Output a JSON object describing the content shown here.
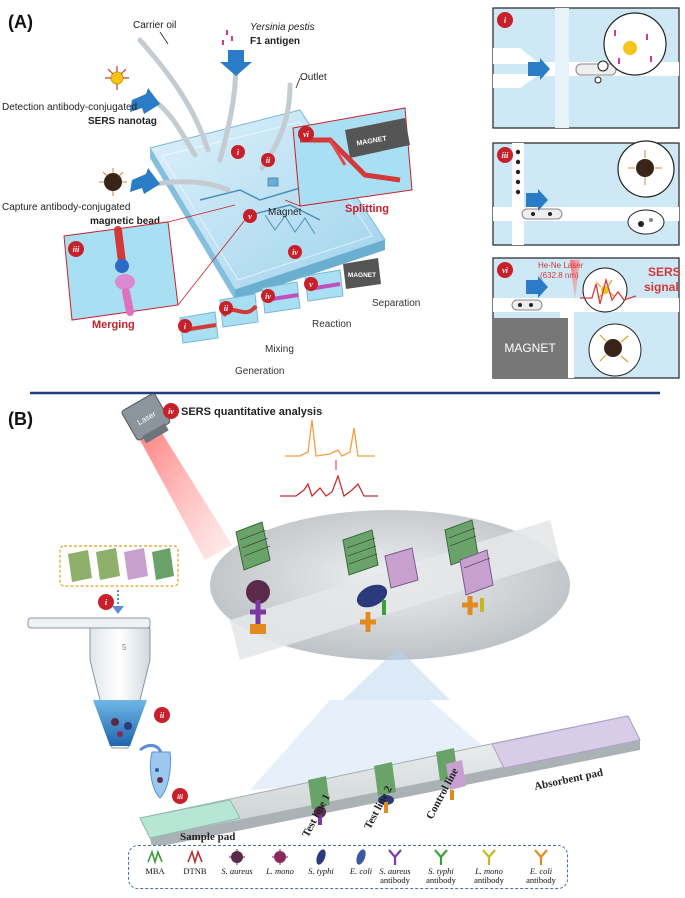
{
  "panelA": {
    "label": "(A)",
    "carrier_oil": "Carrier oil",
    "antigen_line1": "Yersinia pestis",
    "antigen_line2": "F1 antigen",
    "outlet": "Outlet",
    "det_line1": "Detection antibody-conjugated",
    "det_line2": "SERS nanotag",
    "cap_line1": "Capture antibody-conjugated",
    "cap_line2": "magnetic bead",
    "magnet_label": "Magnet",
    "magnet_block": "MAGNET",
    "splitting": "Splitting",
    "merging": "Merging",
    "separation": "Separation",
    "reaction": "Reaction",
    "mixing": "Mixing",
    "generation": "Generation",
    "steps": [
      "i",
      "ii",
      "iii",
      "iv",
      "v",
      "vi"
    ],
    "laser_line1": "He-Ne Laser",
    "laser_line2": "(632.8 nm)",
    "sers_line1": "SERS",
    "sers_line2": "signal",
    "magnet_big": "MAGNET"
  },
  "panelB": {
    "label": "(B)",
    "laser": "Laser",
    "title": "SERS quantitative analysis",
    "step_iv": "iv",
    "step_i": "i",
    "step_ii": "ii",
    "step_iii": "iii",
    "tube_mark": "5",
    "sample_pad": "Sample pad",
    "test_line1": "Test line 1",
    "test_line2": "Test line 2",
    "control_line": "Control line",
    "absorbent_pad": "Absorbent pad"
  },
  "legend": [
    {
      "text": [
        "MBA"
      ],
      "italic": false,
      "icon": "mba-zigzag-icon",
      "color": "#3a9a3a"
    },
    {
      "text": [
        "DTNB"
      ],
      "italic": false,
      "icon": "dtnb-zigzag-icon",
      "color": "#b03030"
    },
    {
      "text": [
        "S. aureus"
      ],
      "italic": true,
      "icon": "s-aureus-icon",
      "color": "#5a2a4a"
    },
    {
      "text": [
        "L. mono"
      ],
      "italic": true,
      "icon": "l-mono-icon",
      "color": "#8a2a5a"
    },
    {
      "text": [
        "S. typhi"
      ],
      "italic": true,
      "icon": "s-typhi-icon",
      "color": "#2a3a7a"
    },
    {
      "text": [
        "E. coli"
      ],
      "italic": true,
      "icon": "e-coli-icon",
      "color": "#3a5aa0"
    },
    {
      "text": [
        "S. aureus",
        "antibody"
      ],
      "italic": true,
      "icon": "s-aureus-antibody-icon",
      "color": "#7a3aa0"
    },
    {
      "text": [
        "S. typhi",
        "antibody"
      ],
      "italic": true,
      "icon": "s-typhi-antibody-icon",
      "color": "#3aa03a"
    },
    {
      "text": [
        "L. mono",
        "antibody"
      ],
      "italic": true,
      "icon": "l-mono-antibody-icon",
      "color": "#c8b820"
    },
    {
      "text": [
        "E. coli",
        "antibody"
      ],
      "italic": true,
      "icon": "e-coli-antibody-icon",
      "color": "#e08a20"
    }
  ]
}
